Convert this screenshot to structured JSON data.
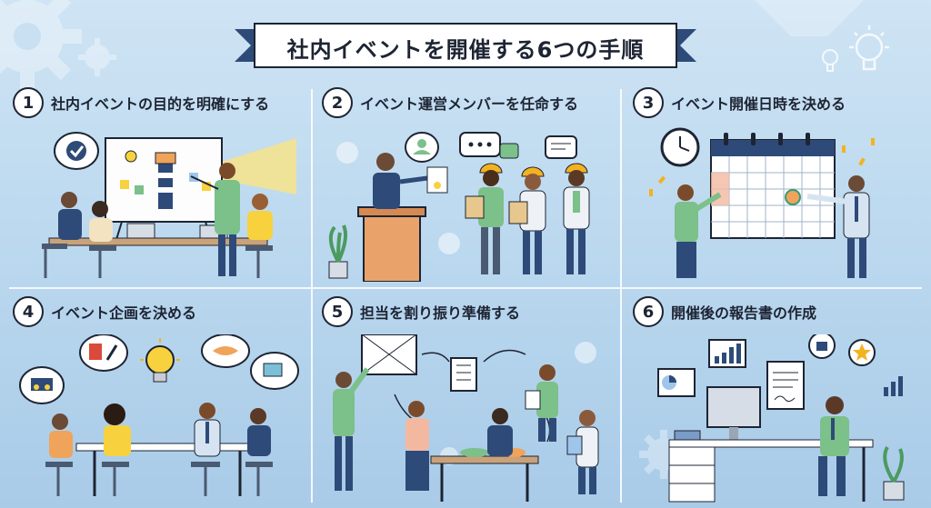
{
  "title": "社内イベントを開催する6つの手順",
  "steps": [
    {
      "number": "1",
      "title": "社内イベントの目的を明確にする"
    },
    {
      "number": "2",
      "title": "イベント運営メンバーを任命する"
    },
    {
      "number": "3",
      "title": "イベント開催日時を決める"
    },
    {
      "number": "4",
      "title": "イベント企画を決める"
    },
    {
      "number": "5",
      "title": "担当を割り振り準備する"
    },
    {
      "number": "6",
      "title": "開催後の報告書の作成"
    }
  ],
  "colors": {
    "background": "#bcd9ef",
    "ink": "#1d2433",
    "shirt_green": "#7cc08a",
    "suit_navy": "#2e4a78",
    "accent_orange": "#f0a35a",
    "helmet_yellow": "#f3b21f",
    "bulb_yellow": "#f7d23e"
  }
}
